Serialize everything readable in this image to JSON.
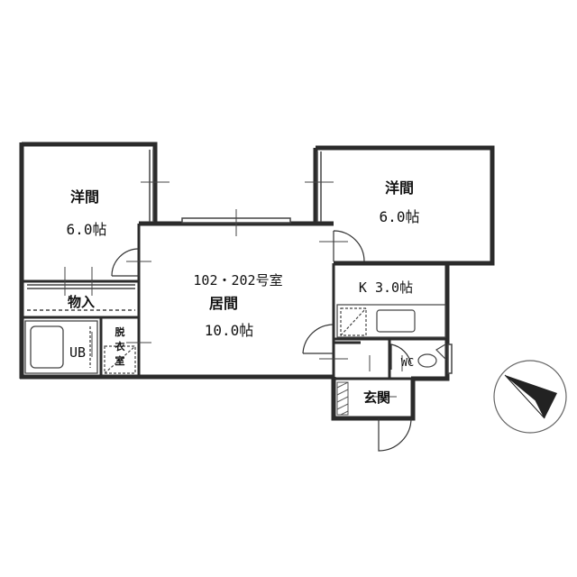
{
  "rooms": {
    "western_left": {
      "name": "洋間",
      "size": "6.0帖"
    },
    "western_right": {
      "name": "洋間",
      "size": "6.0帖"
    },
    "living": {
      "unit": "102・202号室",
      "name": "居間",
      "size": "10.0帖"
    },
    "kitchen": {
      "label": "K 3.0帖"
    },
    "storage": {
      "label": "物入"
    },
    "unit_bath": {
      "label": "UB"
    },
    "dressing": {
      "line1": "脱",
      "line2": "衣",
      "line3": "室"
    },
    "toilet": {
      "label": "WC"
    },
    "entrance": {
      "label": "玄関"
    }
  },
  "compass": {
    "icon": "north-arrow-icon"
  },
  "colors": {
    "wall": "#2b2b2b",
    "line": "#444444",
    "background": "#ffffff"
  }
}
